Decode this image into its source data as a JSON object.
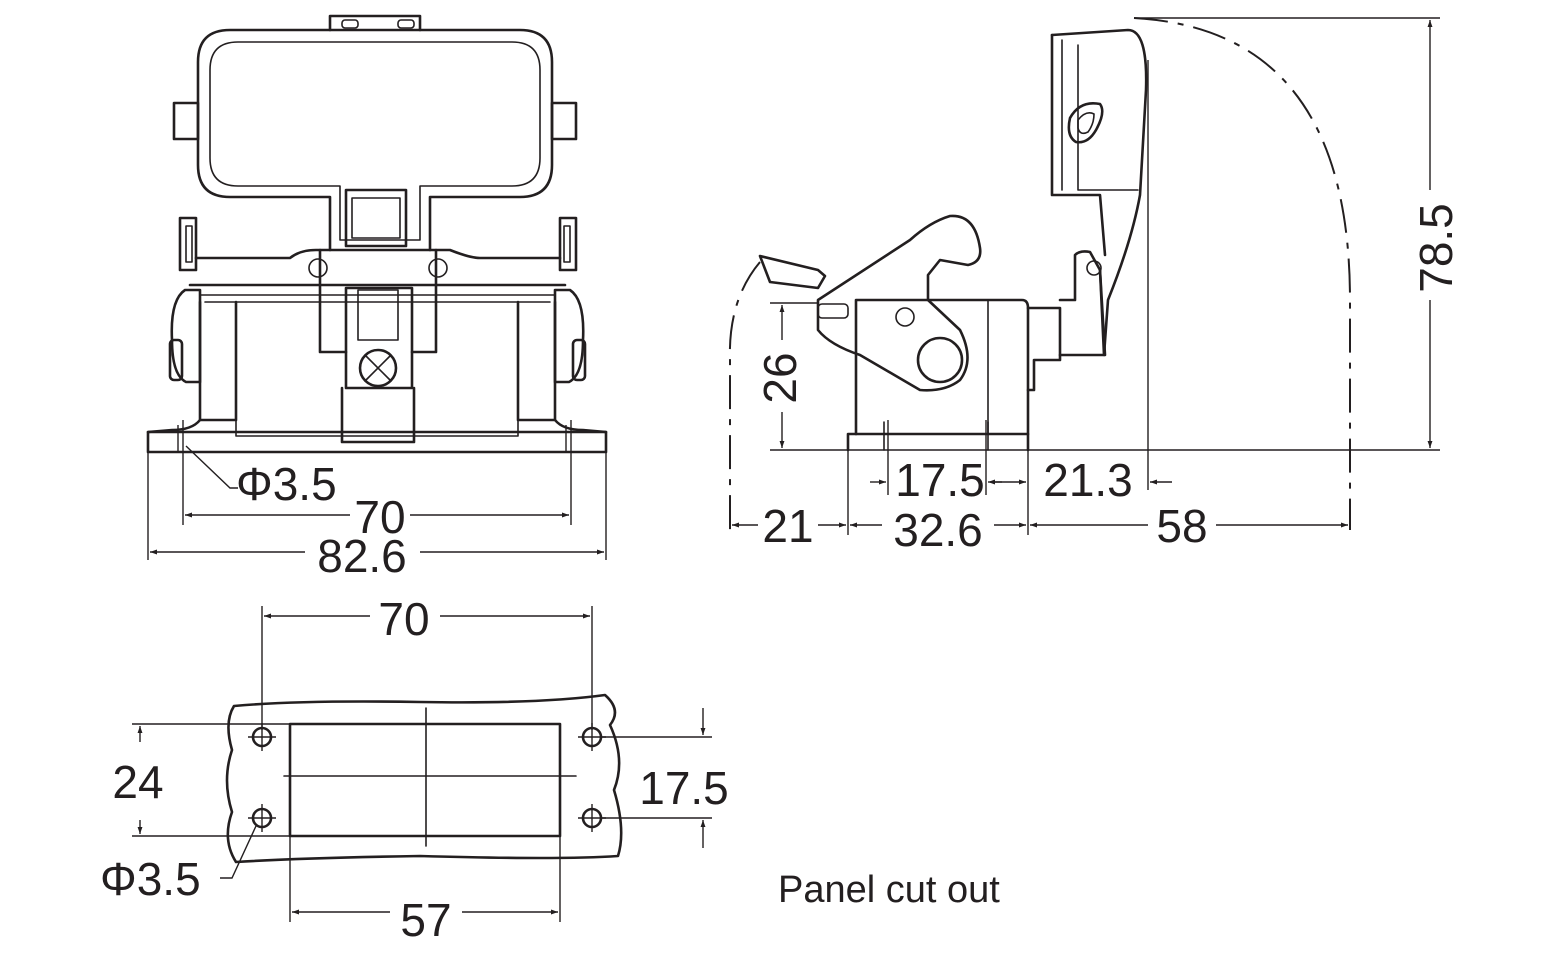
{
  "front_view": {
    "hole_dia": "Φ3.5",
    "hole_spacing": "70",
    "overall_width": "82.6"
  },
  "side_view": {
    "height_flap_open": "78.5",
    "base_height": "26",
    "inner_offset": "17.5",
    "flap_offset": "21.3",
    "lever_overhang": "21",
    "base_depth": "32.6",
    "flap_reach": "58"
  },
  "panel_cutout": {
    "hole_spacing_horizontal": "70",
    "hole_spacing_vertical": "24",
    "cutout_height": "17.5",
    "hole_dia": "Φ3.5",
    "cutout_width": "57",
    "caption": "Panel cut out"
  }
}
